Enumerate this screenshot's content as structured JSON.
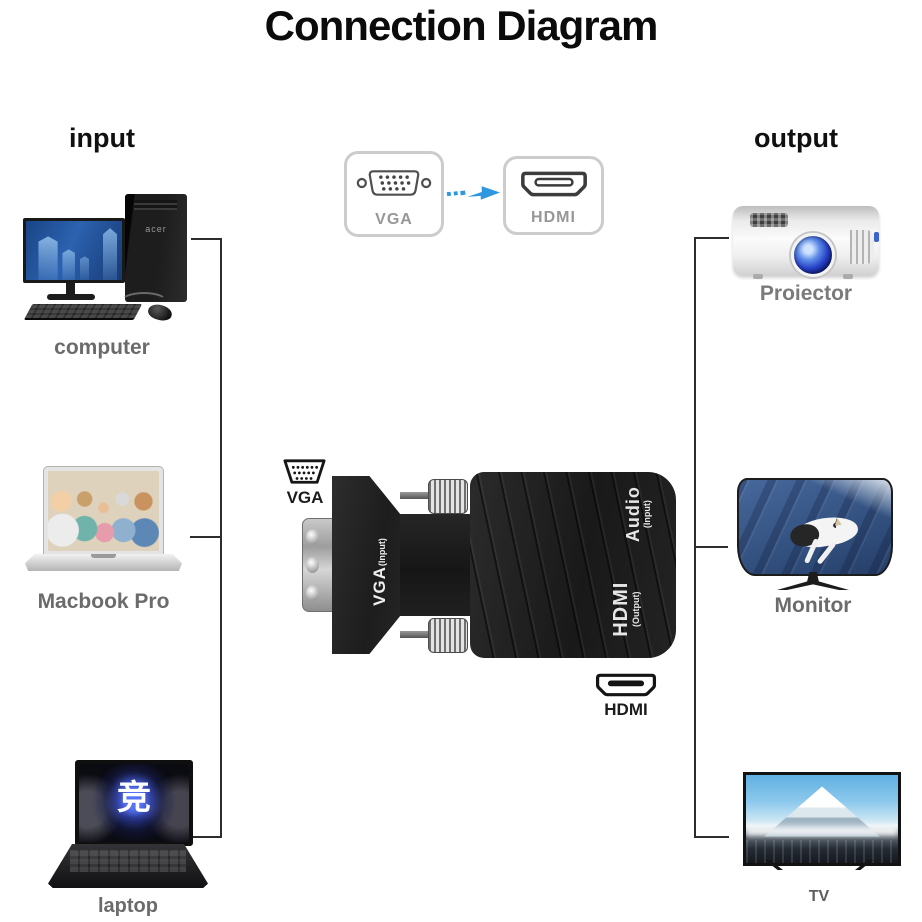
{
  "title": "Connection Diagram",
  "headers": {
    "input": "input",
    "output": "output"
  },
  "conversion": {
    "vga_label": "VGA",
    "hdmi_label": "HDMI"
  },
  "adapter": {
    "vga_icon_label": "VGA",
    "hdmi_icon_label": "HDMI",
    "plug_label": "VGA",
    "plug_sub": "(Input)",
    "audio_label": "Audio",
    "audio_sub": "(Input)",
    "hdmi_out_label": "HDMI",
    "hdmi_out_sub": "(Output)"
  },
  "input_devices": [
    {
      "label": "computer",
      "brand": "acer"
    },
    {
      "label": "Macbook Pro"
    },
    {
      "label": "laptop",
      "screen_glyph": "竞"
    }
  ],
  "output_devices": [
    {
      "label": "Proiector"
    },
    {
      "label": "Monitor"
    },
    {
      "label": "TV"
    }
  ],
  "colors": {
    "arrow": "#2f97e0",
    "line": "#2d2d2d"
  }
}
